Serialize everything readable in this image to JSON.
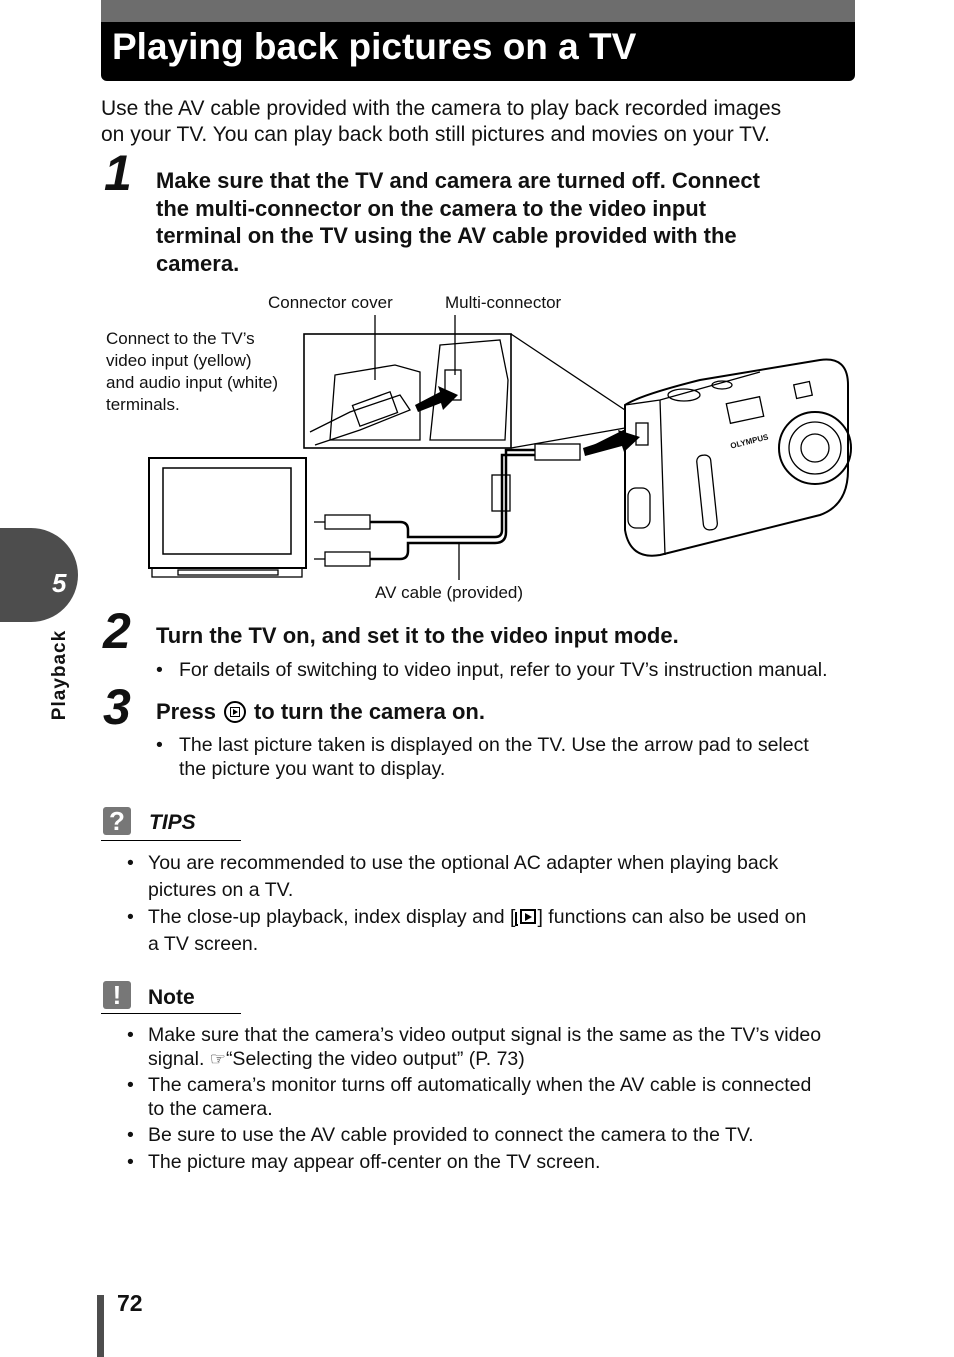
{
  "header": {
    "title": "Playing back pictures on a TV"
  },
  "intro": {
    "line1": "Use the AV cable provided with the camera to play back recorded images",
    "line2": "on your TV. You can play back both still pictures and movies on your TV."
  },
  "steps": [
    {
      "number": "1",
      "lines": [
        "Make sure that the TV and camera are turned off. Connect",
        "the multi-connector on the camera to the video input",
        "terminal on the TV using the AV cable provided with the",
        "camera."
      ]
    },
    {
      "number": "2",
      "text": "Turn the TV on, and set it to the video input mode.",
      "bullet": "For details of switching to video input, refer to your TV’s instruction manual."
    },
    {
      "number": "3",
      "text_before": "Press",
      "text_after": "to turn the camera on.",
      "bullet_line1": "The last picture taken is displayed on the TV. Use the arrow pad to select",
      "bullet_line2": "the picture you want to display."
    }
  ],
  "figure": {
    "label_connector_cover": "Connector cover",
    "label_multi_connector": "Multi-connector",
    "label_tv_line1": "Connect to the TV’s",
    "label_tv_line2": "video input (yellow)",
    "label_tv_line3": "and audio input (white)",
    "label_tv_line4": "terminals.",
    "label_av_cable": "AV cable (provided)",
    "camera_brand": "OLYMPUS"
  },
  "tips": {
    "heading": "TIPS",
    "items": [
      {
        "line1": "You are recommended to use the optional AC adapter when playing back",
        "line2": "pictures on a TV."
      },
      {
        "line1_before": "The close-up playback, index display and [",
        "line1_after": "] functions can also be used on",
        "line2": "a TV screen."
      }
    ]
  },
  "note": {
    "heading": "Note",
    "items": [
      {
        "line1": "Make sure that the camera’s video output signal is the same as the TV’s video",
        "line2_before": "signal.",
        "line2_after": "“Selecting the video output” (P. 73)"
      },
      {
        "line1": "The camera’s monitor turns off automatically when the AV cable is connected",
        "line2": "to the camera."
      },
      {
        "line1": "Be sure to use the AV cable provided to connect the camera to the TV."
      },
      {
        "line1": "The picture may appear off-center on the TV screen."
      }
    ]
  },
  "side_tab": {
    "number": "5",
    "label": "Playback"
  },
  "footer": {
    "page_number": "72"
  },
  "colors": {
    "title_bg": "#000000",
    "title_stripe": "#6d6d6d",
    "tab_bg": "#4d4d4d"
  }
}
